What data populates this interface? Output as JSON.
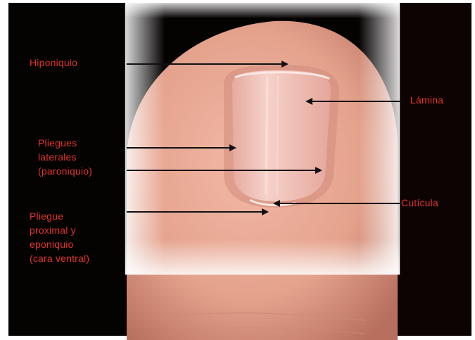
{
  "colors": {
    "label_text": "#e0342a",
    "arrow": "#111111",
    "background": "#000000",
    "skin": "#e6a894",
    "nail": "#f0c6bd"
  },
  "labels": {
    "hiponiquio": "Hiponiquio",
    "lamina": "Lámina",
    "pliegues_laterales": [
      "Pliegues",
      "laterales",
      "(paroniquio)"
    ],
    "cuticula": "Cutícula",
    "pliegue_proximal": [
      "Pliegue",
      "proximal y",
      "eponiquio",
      "(cara ventral)"
    ]
  }
}
